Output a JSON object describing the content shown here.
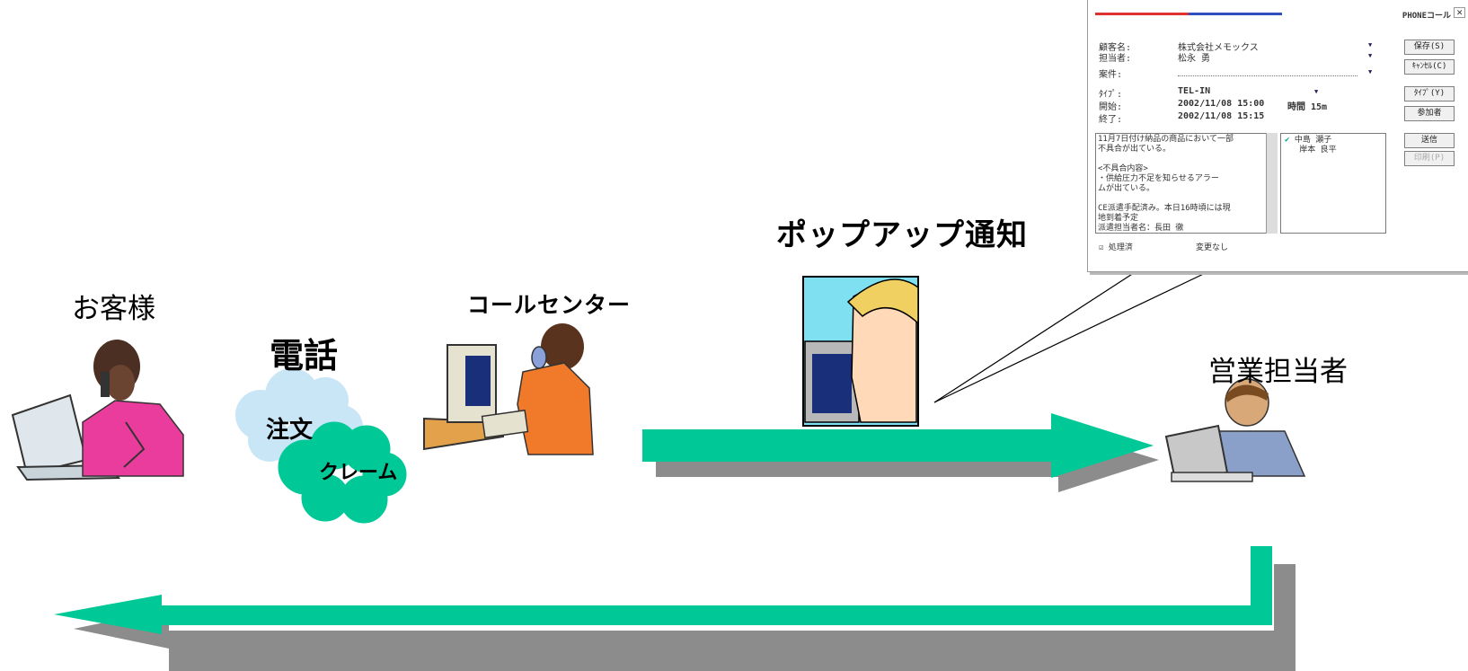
{
  "labels": {
    "customer": "お客様",
    "phone": "電話",
    "order": "注文",
    "claim": "クレーム",
    "call_center": "コールセンター",
    "popup_notice": "ポップアップ通知",
    "sales_rep": "営業担当者"
  },
  "popup_window": {
    "title": "PHONEコール",
    "close": "✕",
    "fields": [
      {
        "label": "顧客名:",
        "value": "株式会社メモックス"
      },
      {
        "label": "担当者:",
        "value": "松永 勇"
      },
      {
        "label": "案件:",
        "value": ""
      },
      {
        "label": "ﾀｲﾌﾟ:",
        "value": "TEL-IN"
      },
      {
        "label": "開始:",
        "value": "2002/11/08  15:00"
      },
      {
        "label": "終了:",
        "value": "2002/11/08  15:15"
      }
    ],
    "duration": "時間 15m",
    "memo": "11月7日付け納品の商品において一部\n不具合が出ている。\n\n<不具合内容>\n・供給圧力不足を知らせるアラー\nムが出ている。\n\nCE派遣手配済み。本日16時頃には現\n地到着予定\n派遣担当者名：長田 徹",
    "participants": [
      "中島 瀬子",
      "岸本 良平"
    ],
    "buttons": [
      "保存(S)",
      "ｷｬﾝｾﾙ(C)",
      "ﾀｲﾌﾟ(Y)",
      "参加者",
      "送信",
      "印刷(P)"
    ],
    "footer_left": "処理済",
    "footer_right": "変更なし",
    "colors": {
      "bar_red": "#e03030",
      "bar_blue": "#3050c0"
    }
  },
  "colors": {
    "arrow": "#00c896",
    "arrow_shadow": "#8c8c8c"
  }
}
